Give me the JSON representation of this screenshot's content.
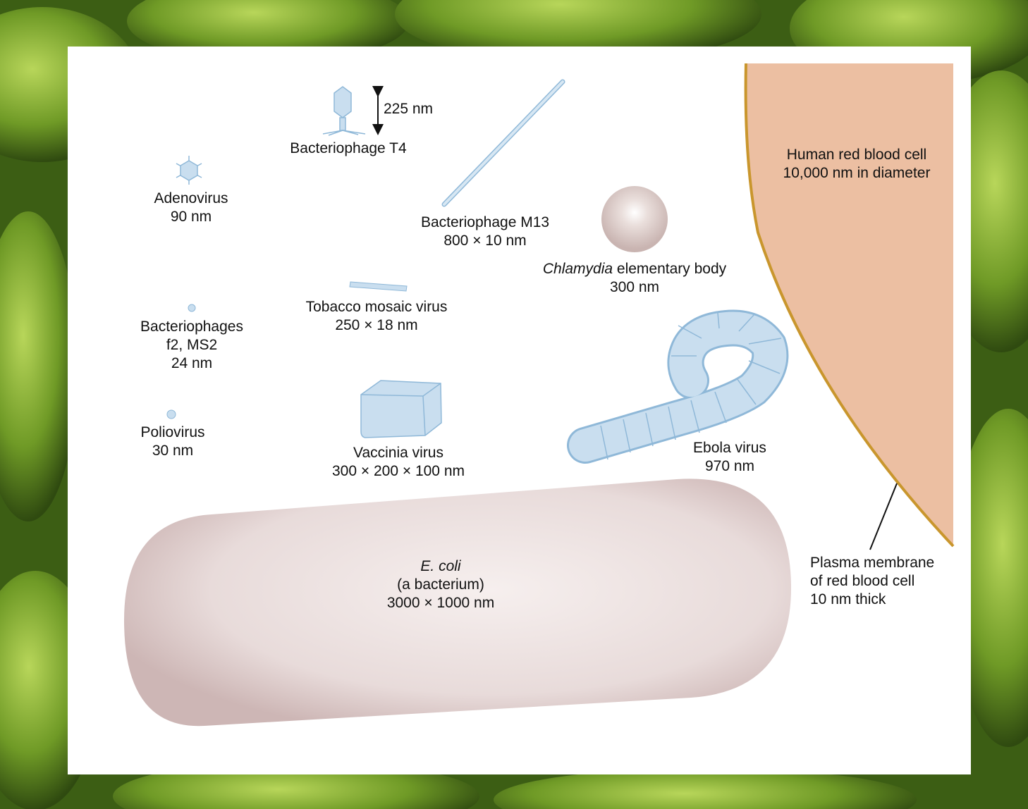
{
  "colors": {
    "background_green": "#4f7a1c",
    "panel": "#ffffff",
    "virus_blue": "#c9deef",
    "virus_outline": "#8fb8d8",
    "rbc_fill": "#ecbfa2",
    "rbc_membrane": "#c9962d",
    "bacterium_fill": "#e6d8d8",
    "chlamydia_fill": "#e3d6d3"
  },
  "labels": {
    "t4_scale": "225 nm",
    "t4_name": "Bacteriophage T4",
    "adeno_name": "Adenovirus",
    "adeno_size": "90 nm",
    "m13_name": "Bacteriophage M13",
    "m13_size": "800 × 10 nm",
    "chlamydia_italic": "Chlamydia",
    "chlamydia_rest": " elementary body",
    "chlamydia_size": "300 nm",
    "rbc_name": "Human red blood cell",
    "rbc_size": "10,000 nm in diameter",
    "tmv_name": "Tobacco mosaic virus",
    "tmv_size": "250 × 18 nm",
    "f2_name": "Bacteriophages",
    "f2_name2": "f2, MS2",
    "f2_size": "24 nm",
    "polio_name": "Poliovirus",
    "polio_size": "30 nm",
    "vaccinia_name": "Vaccinia virus",
    "vaccinia_size": "300 × 200 × 100 nm",
    "ebola_name": "Ebola virus",
    "ebola_size": "970 nm",
    "ecoli_name": "E. coli",
    "ecoli_desc": "(a bacterium)",
    "ecoli_size": "3000 × 1000 nm",
    "membrane_line1": "Plasma membrane",
    "membrane_line2": "of red blood cell",
    "membrane_line3": "10 nm thick"
  }
}
